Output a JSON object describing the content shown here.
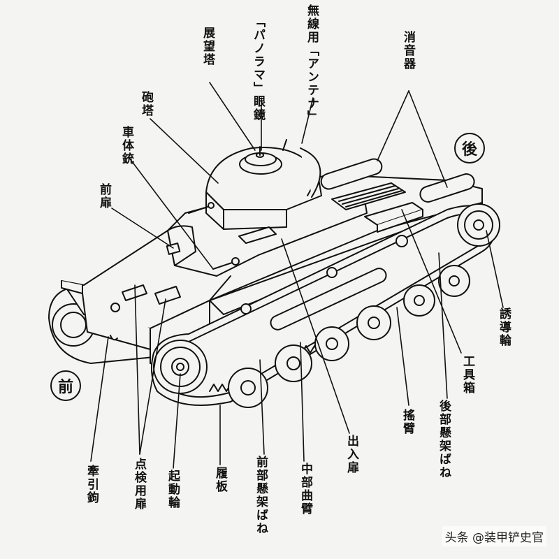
{
  "diagram": {
    "labels": {
      "muzzle_observer": "展望塔",
      "panorama_sight": "「パノラマ」眼鏡",
      "radio_antenna": "無線用「アンテナ」",
      "muffler": "消音器",
      "turret": "砲塔",
      "hull_mg": "車体銃",
      "front_door": "前扉",
      "rear_marker": "後",
      "front_marker": "前",
      "idler": "誘導輪",
      "tool_box": "工具箱",
      "rear_spring": "後部懸架ばね",
      "rocker_arm": "搖臂",
      "hatch": "出入扉",
      "middle_arm": "中部曲臂",
      "front_spring": "前部懸架ばね",
      "track": "履板",
      "sprocket": "起動輪",
      "inspection_door": "点検用扉",
      "tow_hook": "牽引鉤"
    },
    "watermark": "头条 @装甲铲史官"
  }
}
